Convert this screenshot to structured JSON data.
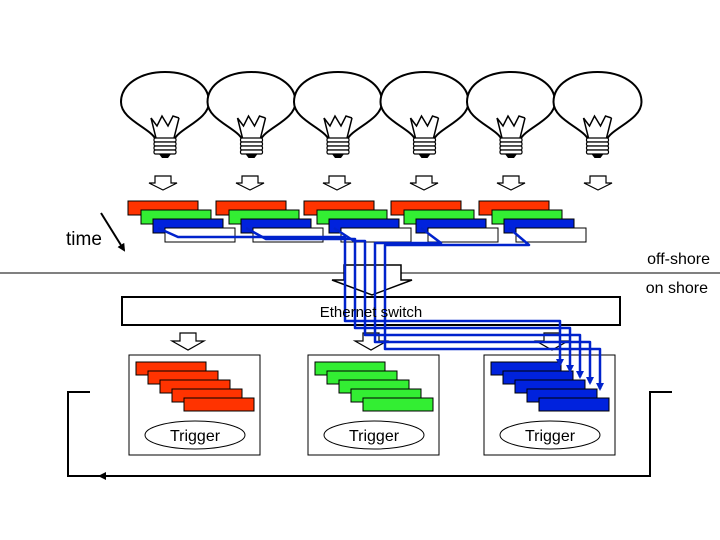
{
  "labels": {
    "time": "time",
    "off_shore": "off-shore",
    "on_shore": "on shore",
    "switch": "Ethernet switch",
    "trigger": "Trigger"
  },
  "colors": {
    "red": "#ff3300",
    "green": "#33ee33",
    "blue": "#0022dd",
    "white": "#ffffff",
    "wire": "#0022cc"
  },
  "bulbs": [
    "bulb-1",
    "bulb-2",
    "bulb-3",
    "bulb-4",
    "bulb-5",
    "bulb-6"
  ],
  "trigger_units": [
    {
      "color": "red"
    },
    {
      "color": "green"
    },
    {
      "color": "blue"
    }
  ]
}
